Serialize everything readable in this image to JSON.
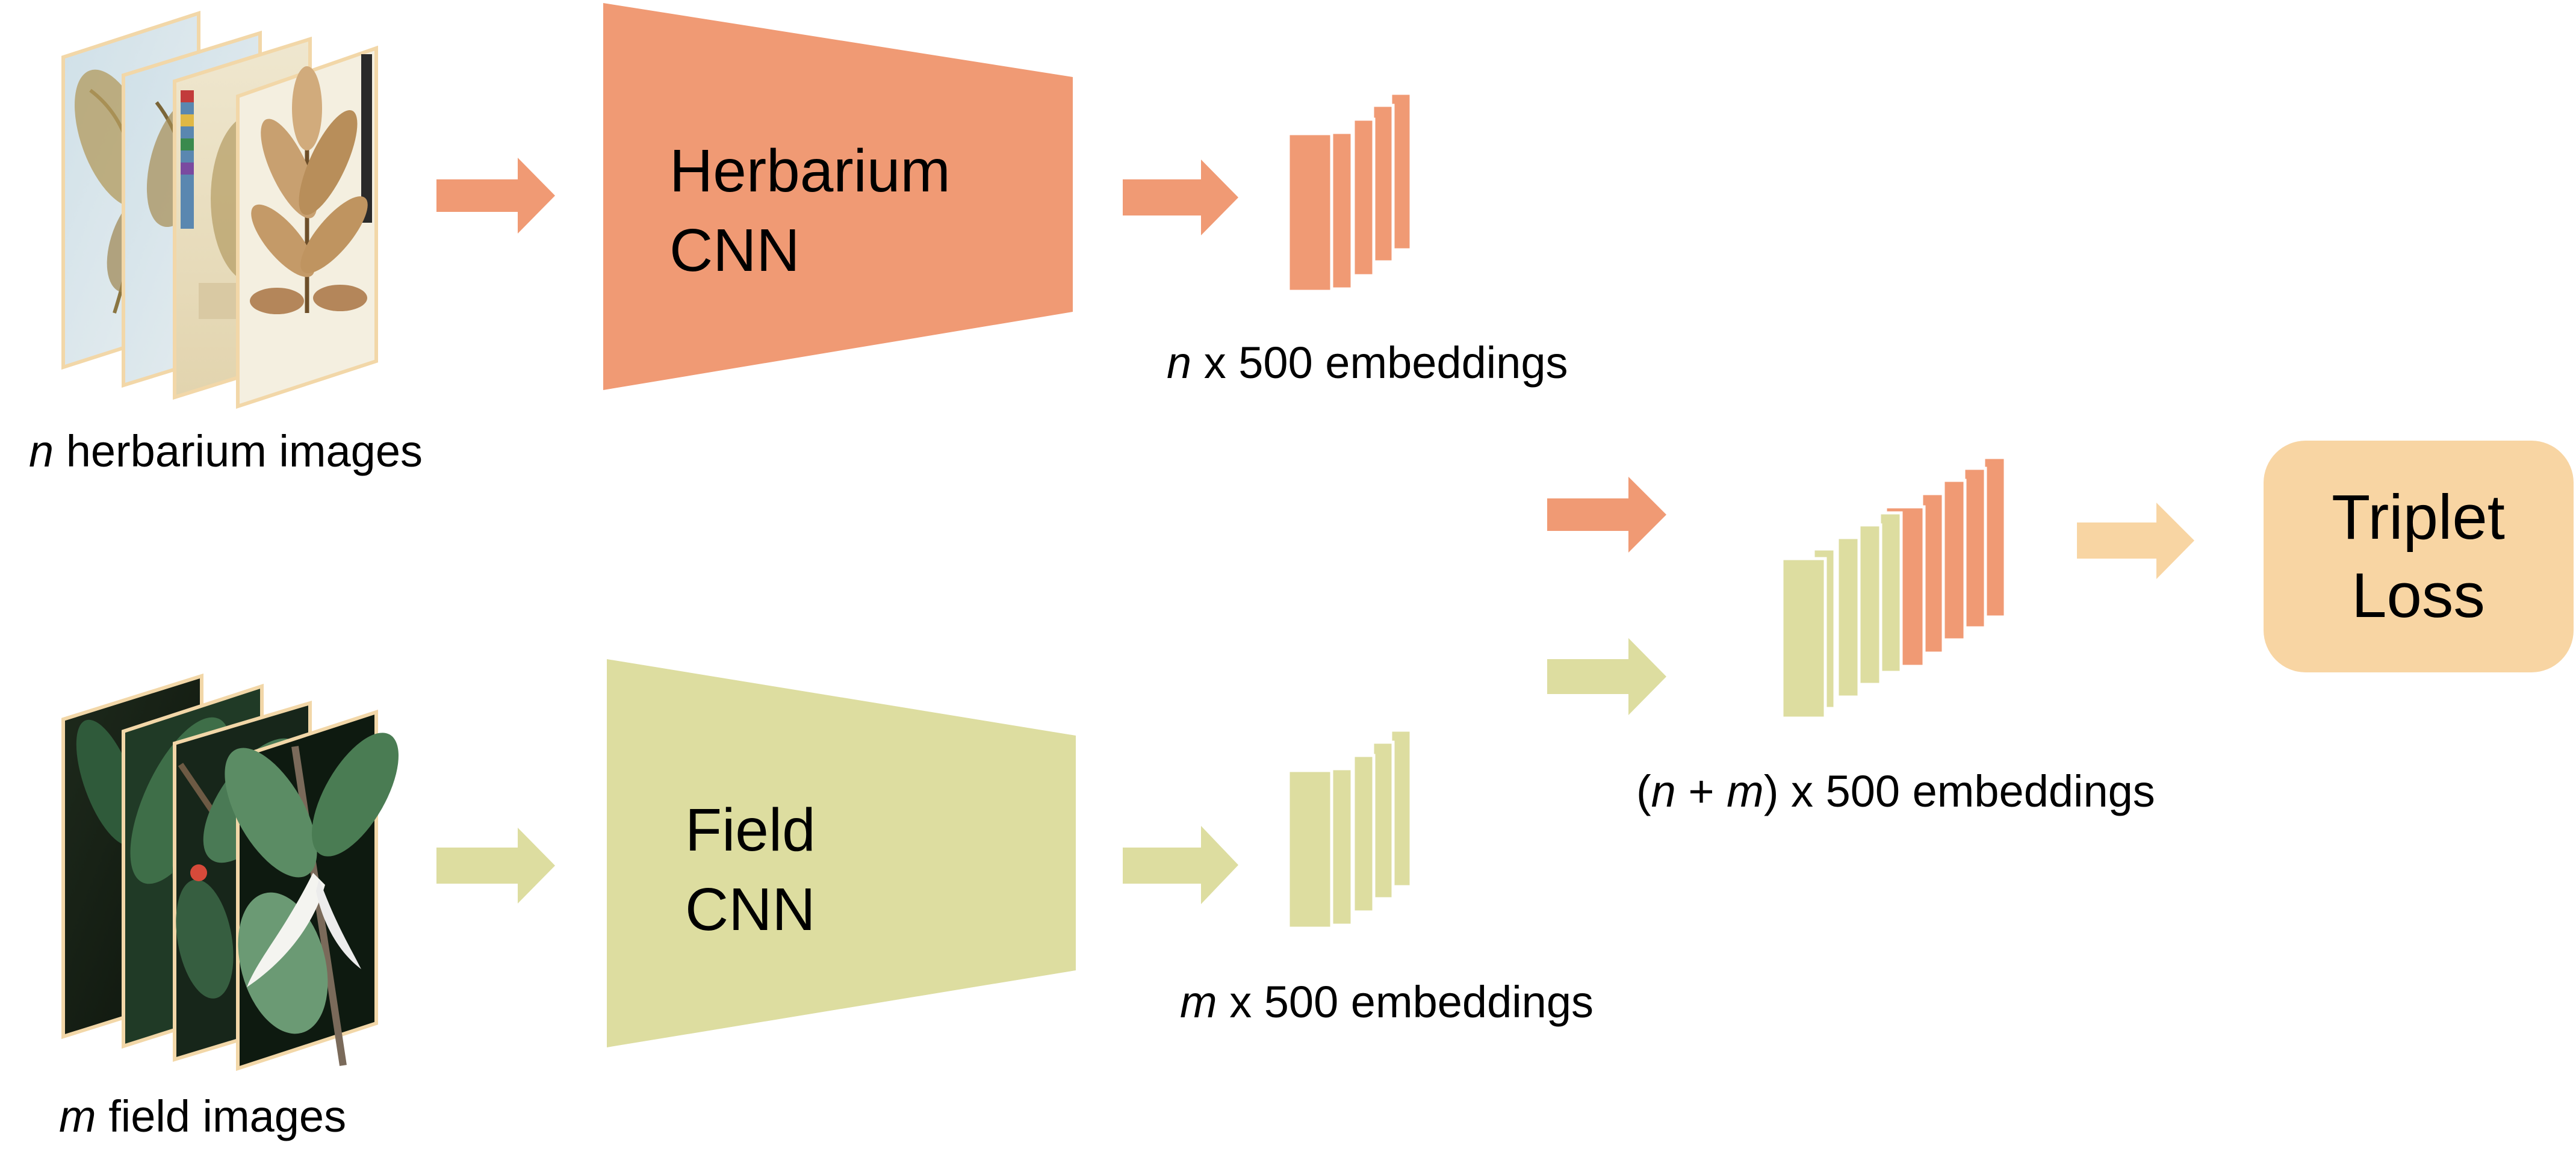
{
  "colors": {
    "herbarium": "#F09A74",
    "field": "#DDDDA0",
    "loss_box": "#F8D5A3",
    "loss_arrow": "#F8D5A3",
    "text": "#000000"
  },
  "herbarium": {
    "images_var": "n",
    "images_text": " herbarium images",
    "cnn_line1": "Herbarium",
    "cnn_line2": "CNN",
    "emb_var": "n",
    "emb_text": " x 500 embeddings"
  },
  "field": {
    "images_var": "m",
    "images_text": " field images",
    "cnn_line1": "Field",
    "cnn_line2": "CNN",
    "emb_var": "m",
    "emb_text": " x 500 embeddings"
  },
  "combined": {
    "open": "(",
    "var_n": "n",
    "plus": " + ",
    "var_m": "m",
    "close": ") x 500 embeddings"
  },
  "loss": {
    "line1": "Triplet",
    "line2": "Loss"
  },
  "icons": [
    "herbarium-image-stack",
    "field-image-stack",
    "arrow-right-icon",
    "embedding-stack"
  ]
}
